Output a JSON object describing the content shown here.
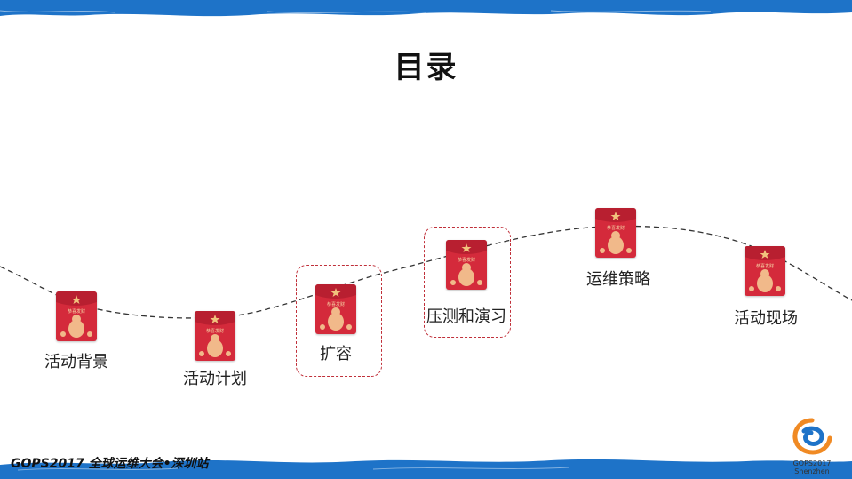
{
  "title": "目录",
  "items": [
    {
      "label": "活动背景"
    },
    {
      "label": "活动计划"
    },
    {
      "label": "扩容"
    },
    {
      "label": "压测和演习"
    },
    {
      "label": "运维策略"
    },
    {
      "label": "活动现场"
    }
  ],
  "envelope_text": "恭喜发财",
  "footer": "GOPS2017 全球运维大会•深圳站",
  "logo": {
    "line1": "GOPS2017",
    "line2": "Shenzhen"
  },
  "colors": {
    "brush": "#1e73c8",
    "envelope": "#d42a3b",
    "highlight": "#c0303a"
  }
}
